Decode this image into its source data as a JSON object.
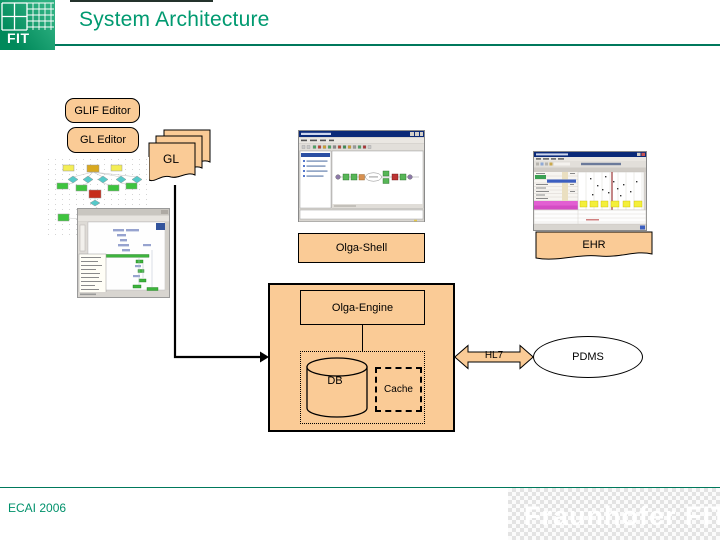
{
  "header": {
    "logo_text": "FIT",
    "title": "System Architecture"
  },
  "boxes": {
    "glif_editor": "GLIF Editor",
    "gl_editor": "GL Editor",
    "gl_stack": "GL",
    "olga_shell": "Olga-Shell",
    "olga_engine": "Olga-Engine",
    "db": "DB",
    "cache": "Cache",
    "hl7": "HL7",
    "pdms": "PDMS",
    "ehr": "EHR"
  },
  "footer": {
    "conference": "ECAI 2006",
    "watermark": "Fraunhofer FIT"
  },
  "colors": {
    "accent_green": "#009a70",
    "line_green": "#00795c",
    "footer_text": "#00916b",
    "shape_fill": "#facb96",
    "shape_outline": "#000000"
  }
}
